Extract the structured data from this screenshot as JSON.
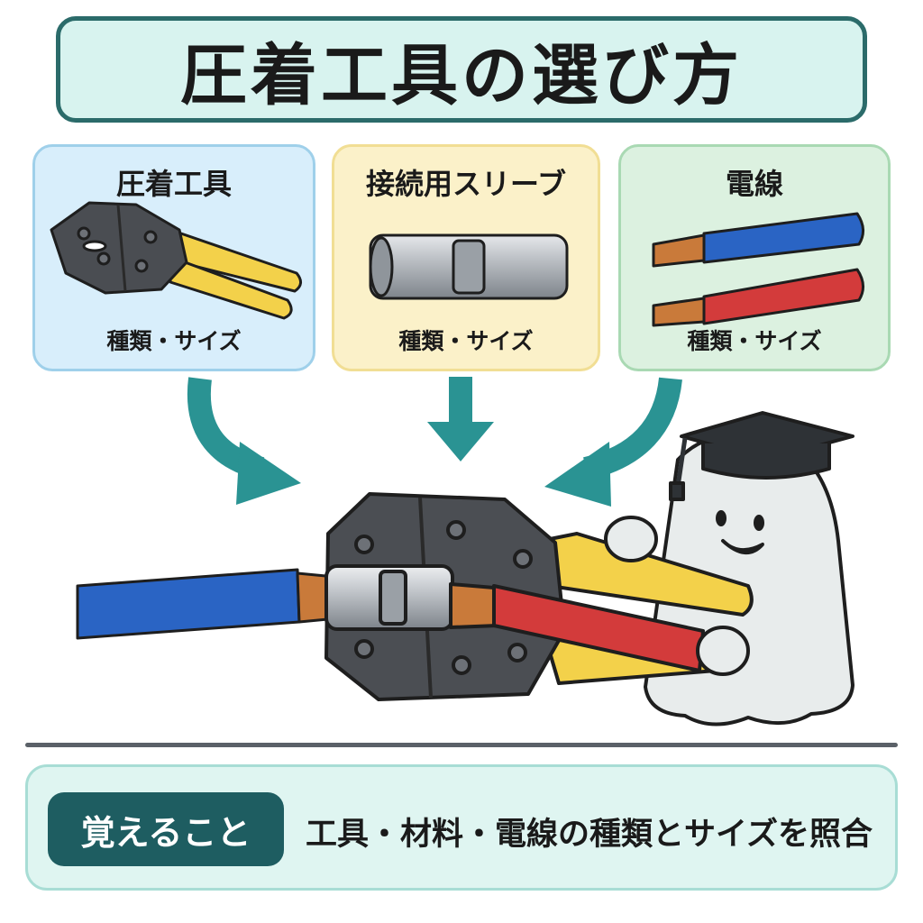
{
  "title": "圧着工具の選び方",
  "cards": [
    {
      "title": "圧着工具",
      "subtitle": "種類・サイズ"
    },
    {
      "title": "接続用スリーブ",
      "subtitle": "種類・サイズ"
    },
    {
      "title": "電線",
      "subtitle": "種類・サイズ"
    }
  ],
  "memo": {
    "badge": "覚えること",
    "text": "工具・材料・電線の種類とサイズを照合"
  },
  "colors": {
    "teal_dark": "#1e5d61",
    "arrow": "#2a9393",
    "wire_blue": "#2a64c4",
    "wire_red": "#d33b3b",
    "handle_yellow": "#f3d14a",
    "copper": "#c97a3a"
  },
  "icons": [
    "crimp-tool-icon",
    "sleeve-icon",
    "wire-icon",
    "arrow-down-icon",
    "mascot-icon",
    "graduation-cap-icon"
  ]
}
